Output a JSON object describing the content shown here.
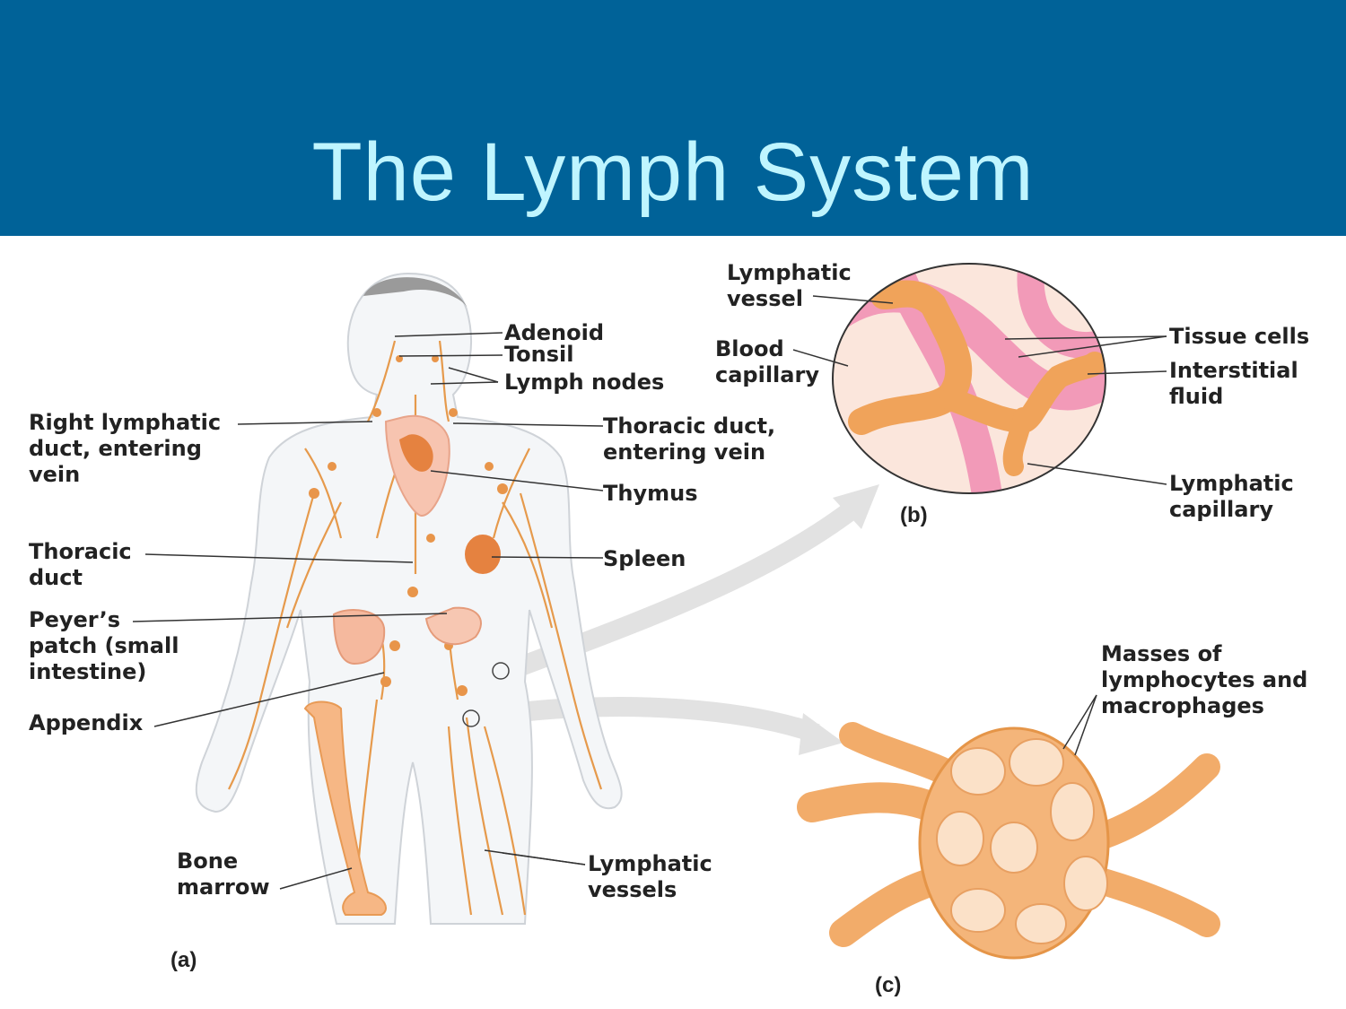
{
  "slide": {
    "title": "The Lymph System",
    "colors": {
      "header": "#006298",
      "title": "#bff5ff",
      "lymph": "#f0a35a",
      "capillary": "#f29ab8"
    }
  },
  "diagram": {
    "panels": {
      "a": "(a)",
      "b": "(b)",
      "c": "(c)"
    },
    "body_labels": {
      "adenoid": "Adenoid",
      "tonsil": "Tonsil",
      "lymph_nodes": "Lymph nodes",
      "right_lymphatic_duct": [
        "Right lymphatic",
        "duct, entering",
        "vein"
      ],
      "thoracic_duct_entering": [
        "Thoracic duct,",
        "entering vein"
      ],
      "thymus": "Thymus",
      "thoracic_duct": [
        "Thoracic",
        "duct"
      ],
      "spleen": "Spleen",
      "peyers_patch": [
        "Peyer’s",
        "patch (small",
        "intestine)"
      ],
      "appendix": "Appendix",
      "bone_marrow": [
        "Bone",
        "marrow"
      ],
      "lymphatic_vessels": [
        "Lymphatic",
        "vessels"
      ]
    },
    "detail_b_labels": {
      "lymphatic_vessel": [
        "Lymphatic",
        "vessel"
      ],
      "blood_capillary": [
        "Blood",
        "capillary"
      ],
      "tissue_cells": "Tissue cells",
      "interstitial_fluid": [
        "Interstitial",
        "fluid"
      ],
      "lymphatic_capillary": [
        "Lymphatic",
        "capillary"
      ]
    },
    "detail_c_labels": {
      "masses": [
        "Masses of",
        "lymphocytes and",
        "macrophages"
      ]
    }
  }
}
